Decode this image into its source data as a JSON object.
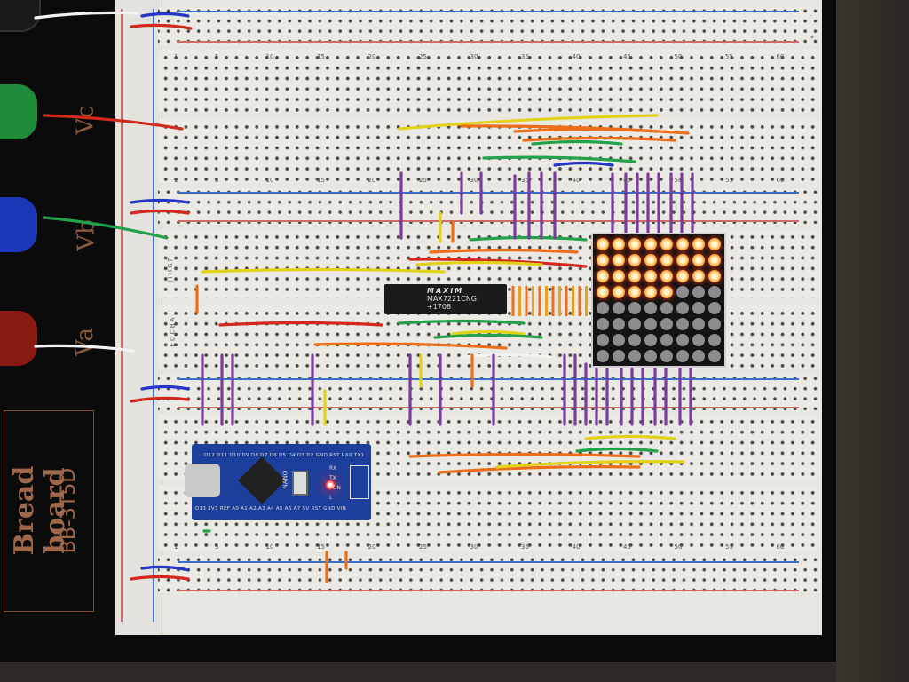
{
  "panel": {
    "terminal_labels": [
      "Vc",
      "Vb",
      "Va"
    ],
    "brand": "Bread board",
    "model": "BB-3T5D",
    "binding_post_colors": [
      "#1a1a1a",
      "#1f8a3a",
      "#1c36b8",
      "#8a1a14"
    ]
  },
  "breadboard": {
    "column_numbers": [
      "1",
      "5",
      "10",
      "15",
      "20",
      "25",
      "30",
      "35",
      "40",
      "45",
      "50",
      "55",
      "60"
    ],
    "row_letters_upper": "J I H G F",
    "row_letters_lower": "E D C B A",
    "rail_signs": [
      "-",
      "+"
    ]
  },
  "chip": {
    "brand": "MAXIM",
    "part": "MAX7221CNG",
    "code": "+1708"
  },
  "led_matrix": {
    "rows": 8,
    "cols": 8,
    "lit_color": "#ff9a3a",
    "lit_pattern": [
      [
        1,
        1,
        1,
        1,
        1,
        1,
        1,
        1
      ],
      [
        1,
        1,
        1,
        1,
        1,
        1,
        1,
        1
      ],
      [
        1,
        1,
        1,
        1,
        1,
        1,
        1,
        1
      ],
      [
        1,
        1,
        1,
        1,
        1,
        0,
        0,
        0
      ],
      [
        0,
        0,
        0,
        0,
        0,
        0,
        0,
        0
      ],
      [
        0,
        0,
        0,
        0,
        0,
        0,
        0,
        0
      ],
      [
        0,
        0,
        0,
        0,
        0,
        0,
        0,
        0
      ],
      [
        0,
        0,
        0,
        0,
        0,
        0,
        0,
        0
      ]
    ]
  },
  "arduino_nano": {
    "label": "NANO",
    "top_pins": "D12 D11 D10 D9 D8 D7 D6 D5 D4 D3 D2 GND RST RX0 TX1",
    "bottom_pins": "D13 3V3 REF A0 A1 A2 A3 A4 A5 A6 A7 5V RST GND VIN",
    "side_labels": [
      "RX",
      "TX",
      "PON",
      "L"
    ],
    "power_led_color": "#ff2020"
  }
}
